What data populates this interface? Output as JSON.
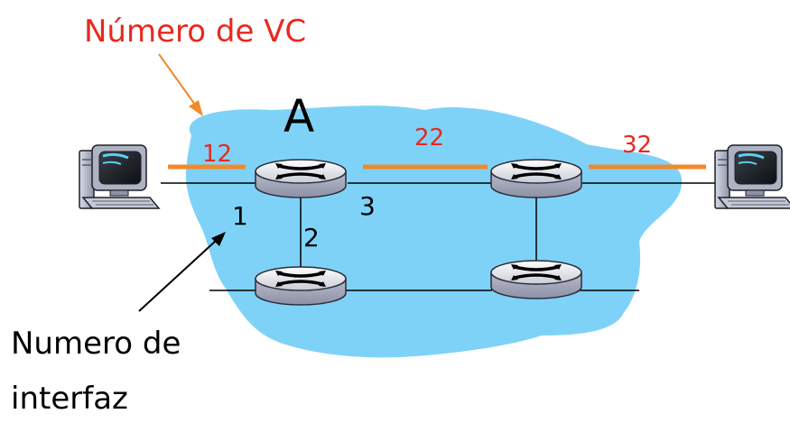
{
  "vc_annotation": {
    "text": "Número de VC",
    "color": "#e8281e"
  },
  "router_label": "A",
  "vc_numbers": [
    "12",
    "22",
    "32"
  ],
  "interface_numbers": [
    "1",
    "2",
    "3"
  ],
  "interface_annotation": {
    "line1": "Numero de",
    "line2": "interfaz"
  },
  "colors": {
    "cloud": "#7fd2f7",
    "vc_link": "#f2892a",
    "vc_text": "#e8281e",
    "arrow_orange": "#f2892a",
    "text": "#000000"
  },
  "icons": [
    "computer-icon",
    "router-icon"
  ]
}
